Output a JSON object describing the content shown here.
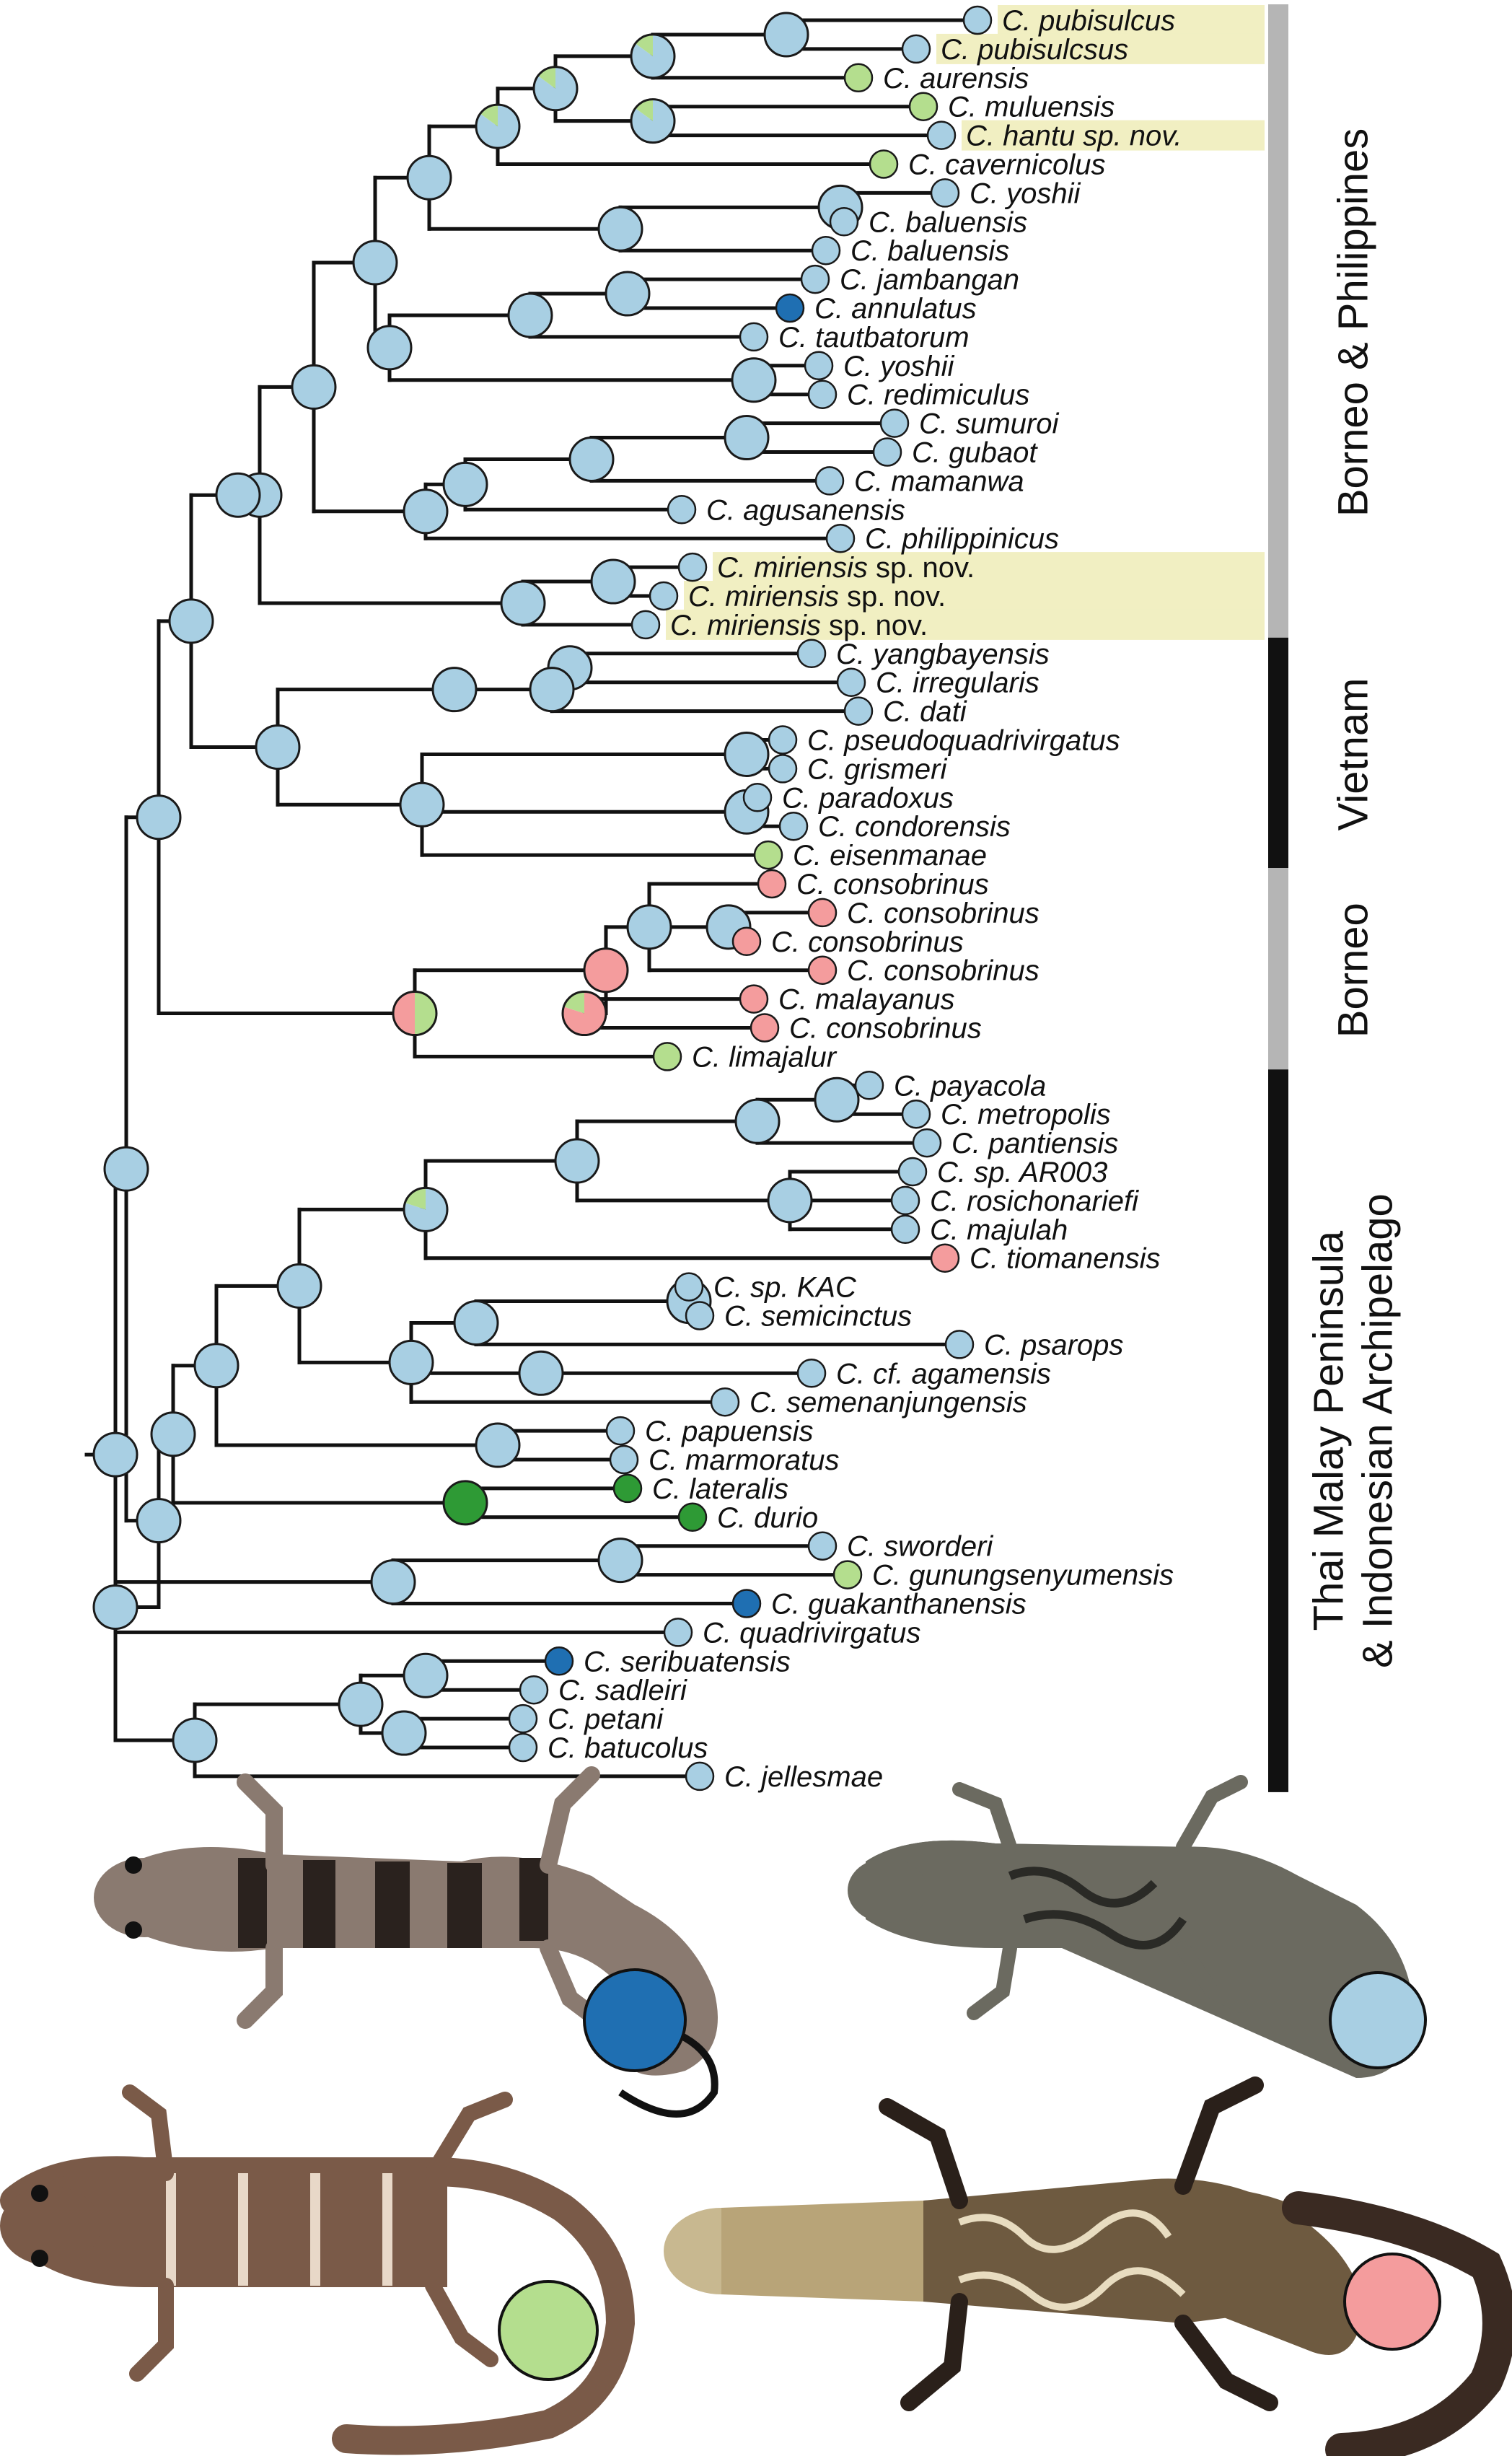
{
  "colors": {
    "light_blue": "#a8cfe3",
    "dark_blue": "#1f6fb2",
    "light_green": "#b4de8e",
    "dark_green": "#2e9a35",
    "pink": "#f49c9d",
    "highlight": "#f1efc2",
    "bar_gray": "#b5b5b5",
    "bar_black": "#111111",
    "line": "#111111"
  },
  "tips": [
    {
      "name": "C. pubisulcus",
      "suffix": "",
      "state": "light_blue",
      "highlight": true
    },
    {
      "name": "C. pubisulcsus",
      "suffix": "",
      "state": "light_blue",
      "highlight": true
    },
    {
      "name": "C. aurensis",
      "suffix": "",
      "state": "light_green",
      "highlight": false
    },
    {
      "name": "C. muluensis",
      "suffix": "",
      "state": "light_green",
      "highlight": false
    },
    {
      "name": "C. hantu sp. nov.",
      "suffix": "",
      "state": "light_blue",
      "highlight": true
    },
    {
      "name": "C. cavernicolus",
      "suffix": "",
      "state": "light_green",
      "highlight": false
    },
    {
      "name": "C. yoshii",
      "suffix": "",
      "state": "light_blue",
      "highlight": false
    },
    {
      "name": "C. baluensis",
      "suffix": "",
      "state": "light_blue",
      "highlight": false
    },
    {
      "name": "C. baluensis",
      "suffix": "",
      "state": "light_blue",
      "highlight": false
    },
    {
      "name": "C. jambangan",
      "suffix": "",
      "state": "light_blue",
      "highlight": false
    },
    {
      "name": "C. annulatus",
      "suffix": "",
      "state": "dark_blue",
      "highlight": false
    },
    {
      "name": "C. tautbatorum",
      "suffix": "",
      "state": "light_blue",
      "highlight": false
    },
    {
      "name": "C. yoshii",
      "suffix": "",
      "state": "light_blue",
      "highlight": false
    },
    {
      "name": "C. redimiculus",
      "suffix": "",
      "state": "light_blue",
      "highlight": false
    },
    {
      "name": "C. sumuroi",
      "suffix": "",
      "state": "light_blue",
      "highlight": false
    },
    {
      "name": "C. gubaot",
      "suffix": "",
      "state": "light_blue",
      "highlight": false
    },
    {
      "name": "C. mamanwa",
      "suffix": "",
      "state": "light_blue",
      "highlight": false
    },
    {
      "name": "C. agusanensis",
      "suffix": "",
      "state": "light_blue",
      "highlight": false
    },
    {
      "name": "C. philippinicus",
      "suffix": "",
      "state": "light_blue",
      "highlight": false
    },
    {
      "name": "C. miriensis",
      "suffix": "sp. nov.",
      "state": "light_blue",
      "highlight": true
    },
    {
      "name": "C. miriensis",
      "suffix": "sp. nov.",
      "state": "light_blue",
      "highlight": true
    },
    {
      "name": "C. miriensis",
      "suffix": "sp. nov.",
      "state": "light_blue",
      "highlight": true
    },
    {
      "name": "C. yangbayensis",
      "suffix": "",
      "state": "light_blue",
      "highlight": false
    },
    {
      "name": "C. irregularis",
      "suffix": "",
      "state": "light_blue",
      "highlight": false
    },
    {
      "name": "C. dati",
      "suffix": "",
      "state": "light_blue",
      "highlight": false
    },
    {
      "name": "C. pseudoquadrivirgatus",
      "suffix": "",
      "state": "light_blue",
      "highlight": false
    },
    {
      "name": "C. grismeri",
      "suffix": "",
      "state": "light_blue",
      "highlight": false
    },
    {
      "name": "C. paradoxus",
      "suffix": "",
      "state": "light_blue",
      "highlight": false
    },
    {
      "name": "C. condorensis",
      "suffix": "",
      "state": "light_blue",
      "highlight": false
    },
    {
      "name": "C. eisenmanae",
      "suffix": "",
      "state": "light_green",
      "highlight": false
    },
    {
      "name": "C. consobrinus",
      "suffix": "",
      "state": "pink",
      "highlight": false
    },
    {
      "name": "C. consobrinus",
      "suffix": "",
      "state": "pink",
      "highlight": false
    },
    {
      "name": "C. consobrinus",
      "suffix": "",
      "state": "pink",
      "highlight": false
    },
    {
      "name": "C. consobrinus",
      "suffix": "",
      "state": "pink",
      "highlight": false
    },
    {
      "name": "C. malayanus",
      "suffix": "",
      "state": "pink",
      "highlight": false
    },
    {
      "name": "C. consobrinus",
      "suffix": "",
      "state": "pink",
      "highlight": false
    },
    {
      "name": "C. limajalur",
      "suffix": "",
      "state": "light_green",
      "highlight": false
    },
    {
      "name": "C. payacola",
      "suffix": "",
      "state": "light_blue",
      "highlight": false
    },
    {
      "name": "C. metropolis",
      "suffix": "",
      "state": "light_blue",
      "highlight": false
    },
    {
      "name": "C. pantiensis",
      "suffix": "",
      "state": "light_blue",
      "highlight": false
    },
    {
      "name": "C. sp. AR003",
      "suffix": "",
      "state": "light_blue",
      "highlight": false
    },
    {
      "name": "C. rosichonariefi",
      "suffix": "",
      "state": "light_blue",
      "highlight": false
    },
    {
      "name": "C. majulah",
      "suffix": "",
      "state": "light_blue",
      "highlight": false
    },
    {
      "name": "C. tiomanensis",
      "suffix": "",
      "state": "pink",
      "highlight": false
    },
    {
      "name": "C. sp. KAC",
      "suffix": "",
      "state": "light_blue",
      "highlight": false
    },
    {
      "name": "C. semicinctus",
      "suffix": "",
      "state": "light_blue",
      "highlight": false
    },
    {
      "name": "C. psarops",
      "suffix": "",
      "state": "light_blue",
      "highlight": false
    },
    {
      "name": "C. cf. agamensis",
      "suffix": "",
      "state": "light_blue",
      "highlight": false
    },
    {
      "name": "C. semenanjungensis",
      "suffix": "",
      "state": "light_blue",
      "highlight": false
    },
    {
      "name": "C. papuensis",
      "suffix": "",
      "state": "light_blue",
      "highlight": false
    },
    {
      "name": "C. marmoratus",
      "suffix": "",
      "state": "light_blue",
      "highlight": false
    },
    {
      "name": "C. lateralis",
      "suffix": "",
      "state": "dark_green",
      "highlight": false
    },
    {
      "name": "C. durio",
      "suffix": "",
      "state": "dark_green",
      "highlight": false
    },
    {
      "name": "C. sworderi",
      "suffix": "",
      "state": "light_blue",
      "highlight": false
    },
    {
      "name": "C. gunungsenyumensis",
      "suffix": "",
      "state": "light_green",
      "highlight": false
    },
    {
      "name": "C. guakanthanensis",
      "suffix": "",
      "state": "dark_blue",
      "highlight": false
    },
    {
      "name": "C. quadrivirgatus",
      "suffix": "",
      "state": "light_blue",
      "highlight": false
    },
    {
      "name": "C. seribuatensis",
      "suffix": "",
      "state": "dark_blue",
      "highlight": false
    },
    {
      "name": "C. sadleiri",
      "suffix": "",
      "state": "light_blue",
      "highlight": false
    },
    {
      "name": "C. petani",
      "suffix": "",
      "state": "light_blue",
      "highlight": false
    },
    {
      "name": "C. batucolus",
      "suffix": "",
      "state": "light_blue",
      "highlight": false
    },
    {
      "name": "C. jellesmae",
      "suffix": "",
      "state": "light_blue",
      "highlight": false
    }
  ],
  "regions": [
    {
      "label_lines": [
        "Borneo & Philippines"
      ],
      "from_tip": 0,
      "to_tip": 21,
      "bar_color": "bar_gray"
    },
    {
      "label_lines": [
        "Vietnam"
      ],
      "from_tip": 22,
      "to_tip": 29,
      "bar_color": "bar_black"
    },
    {
      "label_lines": [
        "Borneo"
      ],
      "from_tip": 30,
      "to_tip": 36,
      "bar_color": "bar_gray"
    },
    {
      "label_lines": [
        "Thai Malay Peninsula",
        "& Indonesian Archipelago"
      ],
      "from_tip": 37,
      "to_tip": 61,
      "bar_color": "bar_black"
    }
  ],
  "legend": [
    {
      "state": "dark_blue"
    },
    {
      "state": "light_blue"
    },
    {
      "state": "light_green"
    },
    {
      "state": "pink"
    }
  ]
}
